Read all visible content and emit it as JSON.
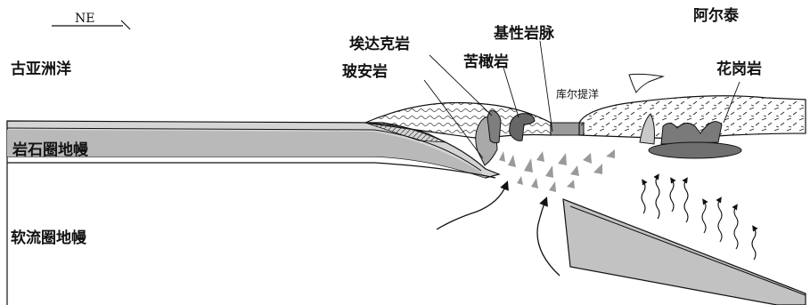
{
  "direction": {
    "label": "NE"
  },
  "labels": {
    "paleo_asian_ocean": "古亚洲洋",
    "altai": "阿尔泰",
    "adakite": "埃达克岩",
    "mafic_dike": "基性岩脉",
    "boninite": "玻安岩",
    "picrite": "苦橄岩",
    "kuerti_ocean": "库尔提洋",
    "granite": "花岗岩",
    "lithospheric_mantle": "岩石圈地幔",
    "asthenospheric_mantle": "软流圈地幔"
  },
  "colors": {
    "line": "#111111",
    "mantle_fill": "#bdbdbd",
    "slab_fill": "#c2c2c2",
    "intrusion_fill": "#8a8a8a",
    "dark_fill": "#6f6f6f"
  }
}
